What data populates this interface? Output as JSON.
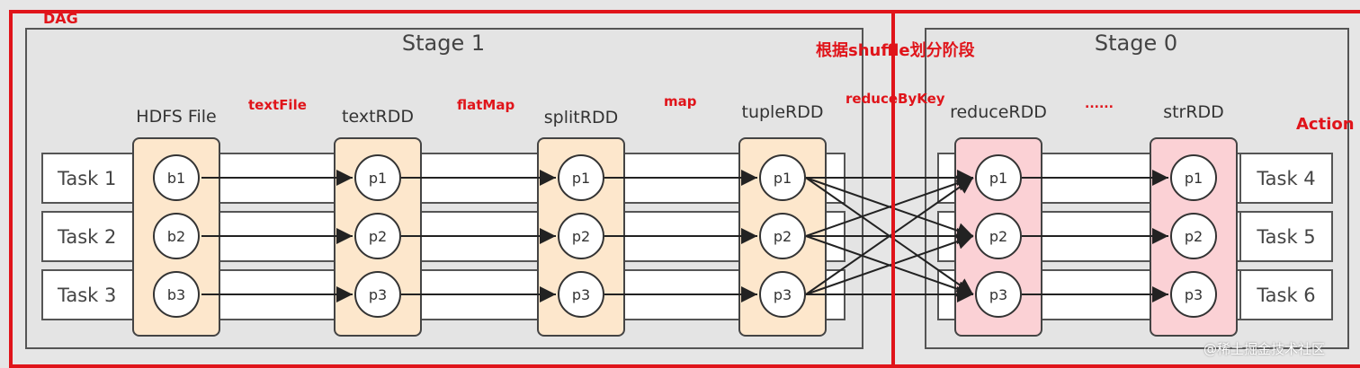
{
  "frame_label": "DAG",
  "shuffle_note": "根据shuffle划分阶段",
  "action_label": "Action",
  "watermark": "@稀土掘金技术社区",
  "stage_left": {
    "title": "Stage 1"
  },
  "stage_right": {
    "title": "Stage 0"
  },
  "tasks_left": [
    "Task 1",
    "Task 2",
    "Task 3"
  ],
  "tasks_right": [
    "Task 4",
    "Task 5",
    "Task 6"
  ],
  "rdds": [
    {
      "label": "HDFS File",
      "nodes": [
        "b1",
        "b2",
        "b3"
      ]
    },
    {
      "label": "textRDD",
      "nodes": [
        "p1",
        "p2",
        "p3"
      ]
    },
    {
      "label": "splitRDD",
      "nodes": [
        "p1",
        "p2",
        "p3"
      ]
    },
    {
      "label": "tupleRDD",
      "nodes": [
        "p1",
        "p2",
        "p3"
      ]
    },
    {
      "label": "reduceRDD",
      "nodes": [
        "p1",
        "p2",
        "p3"
      ]
    },
    {
      "label": "strRDD",
      "nodes": [
        "p1",
        "p2",
        "p3"
      ]
    }
  ],
  "transforms": [
    "textFile",
    "flatMap",
    "map",
    "reduceByKey",
    "......"
  ],
  "colors": {
    "annotation_red": "#e0141a",
    "orange_fill": "#fde7cc",
    "pink_fill": "#fbd1d5"
  }
}
